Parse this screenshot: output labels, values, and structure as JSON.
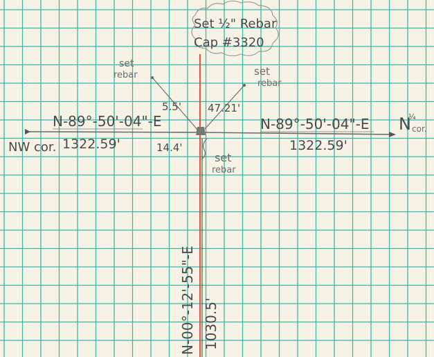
{
  "callout": {
    "line1": "Set ½\" Rebar",
    "line2": "Cap #3320"
  },
  "labels": {
    "set_rebar_nw": [
      "set",
      "rebar"
    ],
    "set_rebar_ne": [
      "set",
      "rebar"
    ],
    "set_rebar_s": [
      "set",
      "rebar"
    ],
    "dist_left": "5.5'",
    "dist_right": "47.21'",
    "dist_down": "14.4'"
  },
  "west_line": {
    "bearing": "N-89°-50'-04\"-E",
    "distance": "1322.59'",
    "corner": "NW cor."
  },
  "east_line": {
    "bearing": "N-89°-50'-04\"-E",
    "distance": "1322.59'",
    "corner_main": "N",
    "corner_sup": "¼",
    "corner_sub": "cor."
  },
  "south_line": {
    "bearing": "N-00°-12'-55\"-E",
    "distance": "1030.5'"
  },
  "colors": {
    "grid": "#3bb6a8",
    "pencil": "#4a4a4a",
    "red_line": "#e0422e",
    "paper": "#f6f3e6"
  }
}
